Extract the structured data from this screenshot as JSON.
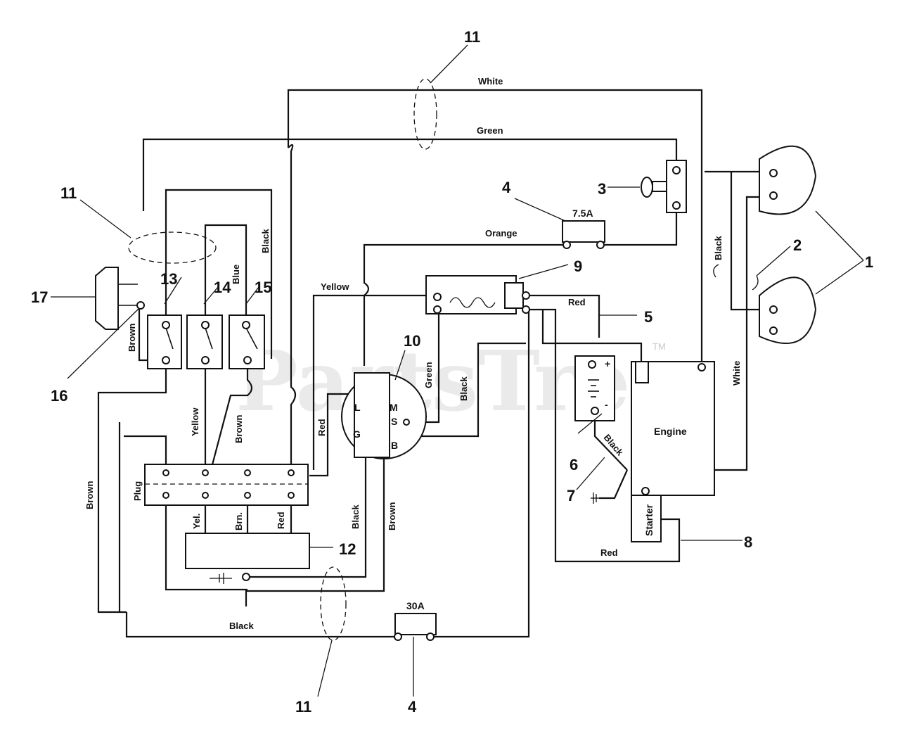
{
  "watermark": {
    "text": "PartsTree",
    "tm": "TM"
  },
  "callouts": {
    "headlights": "1",
    "fuse_holder_bracket": "2",
    "light_switch": "3",
    "fuse_7_5a": "4",
    "fuse_30a": "4",
    "battery_cable_red": "5",
    "battery": "6",
    "ground_cable_black": "7",
    "starter_cable": "8",
    "solenoid": "9",
    "ignition_switch": "10",
    "harness_top": "11",
    "harness_left": "11",
    "harness_bottom": "11",
    "regulator": "12",
    "switch_13": "13",
    "switch_14": "14",
    "switch_15": "15",
    "brown_wire_16": "16",
    "light_17": "17"
  },
  "fuses": {
    "upper_rating": "7.5A",
    "lower_rating": "30A"
  },
  "wire_labels": {
    "white_top": "White",
    "green_top": "Green",
    "orange": "Orange",
    "black_headlight": "Black",
    "yellow_solenoid": "Yellow",
    "red_battery": "Red",
    "white_right": "White",
    "blue": "Blue",
    "black_switch": "Black",
    "brown_light": "Brown",
    "yellow_switch": "Yellow",
    "brown_switch": "Brown",
    "green_ignition": "Green",
    "black_ignition": "Black",
    "red_plug": "Red",
    "brown_left": "Brown",
    "black_ground": "Black",
    "red_starter": "Red",
    "black_bottom": "Black",
    "black_reg": "Black",
    "brown_reg": "Brown",
    "yel_abbrev": "Yel.",
    "brn_abbrev": "Brn.",
    "red_abbrev": "Red"
  },
  "components": {
    "engine": "Engine",
    "starter": "Starter",
    "plug": "Plug",
    "ignition_terms": {
      "L": "L",
      "M": "M",
      "S": "S",
      "G": "G",
      "B": "B"
    },
    "battery_pos": "+",
    "battery_neg": "-"
  }
}
